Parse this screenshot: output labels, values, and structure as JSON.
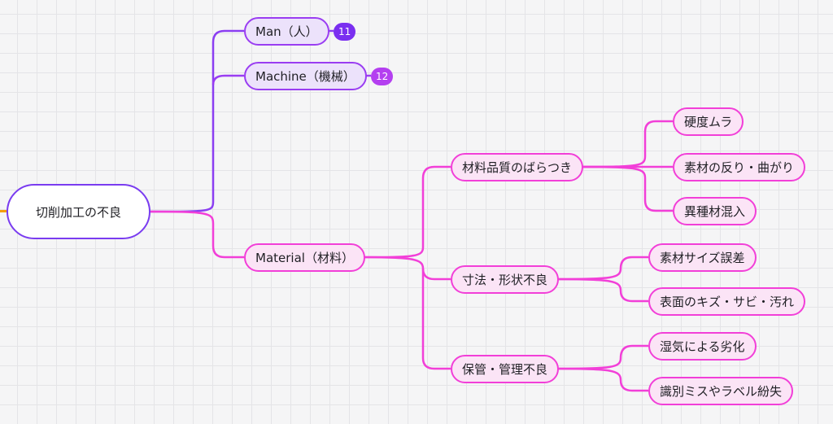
{
  "root": {
    "label": "切削加工の不良"
  },
  "categories": [
    {
      "label": "Man（人）",
      "badge": "11"
    },
    {
      "label": "Machine（機械）",
      "badge": "12"
    },
    {
      "label": "Material（材料）"
    }
  ],
  "material_causes": [
    {
      "label": "材料品質のばらつき",
      "children": [
        "硬度ムラ",
        "素材の反り・曲がり",
        "異種材混入"
      ]
    },
    {
      "label": "寸法・形状不良",
      "children": [
        "素材サイズ誤差",
        "表面のキズ・サビ・汚れ"
      ]
    },
    {
      "label": "保管・管理不良",
      "children": [
        "湿気による劣化",
        "識別ミスやラベル紛失"
      ]
    }
  ],
  "colors": {
    "root_border": "#7a3cf0",
    "category_border_purple": "#9a3df2",
    "category_fill_purple": "#ece2fb",
    "branch_pink": "#f23fd8",
    "node_fill_pink": "#fbe4f6",
    "badge_violet": "#7a2ff0",
    "badge_magenta": "#b43ff0",
    "incoming_edge": "#f59e0b"
  }
}
